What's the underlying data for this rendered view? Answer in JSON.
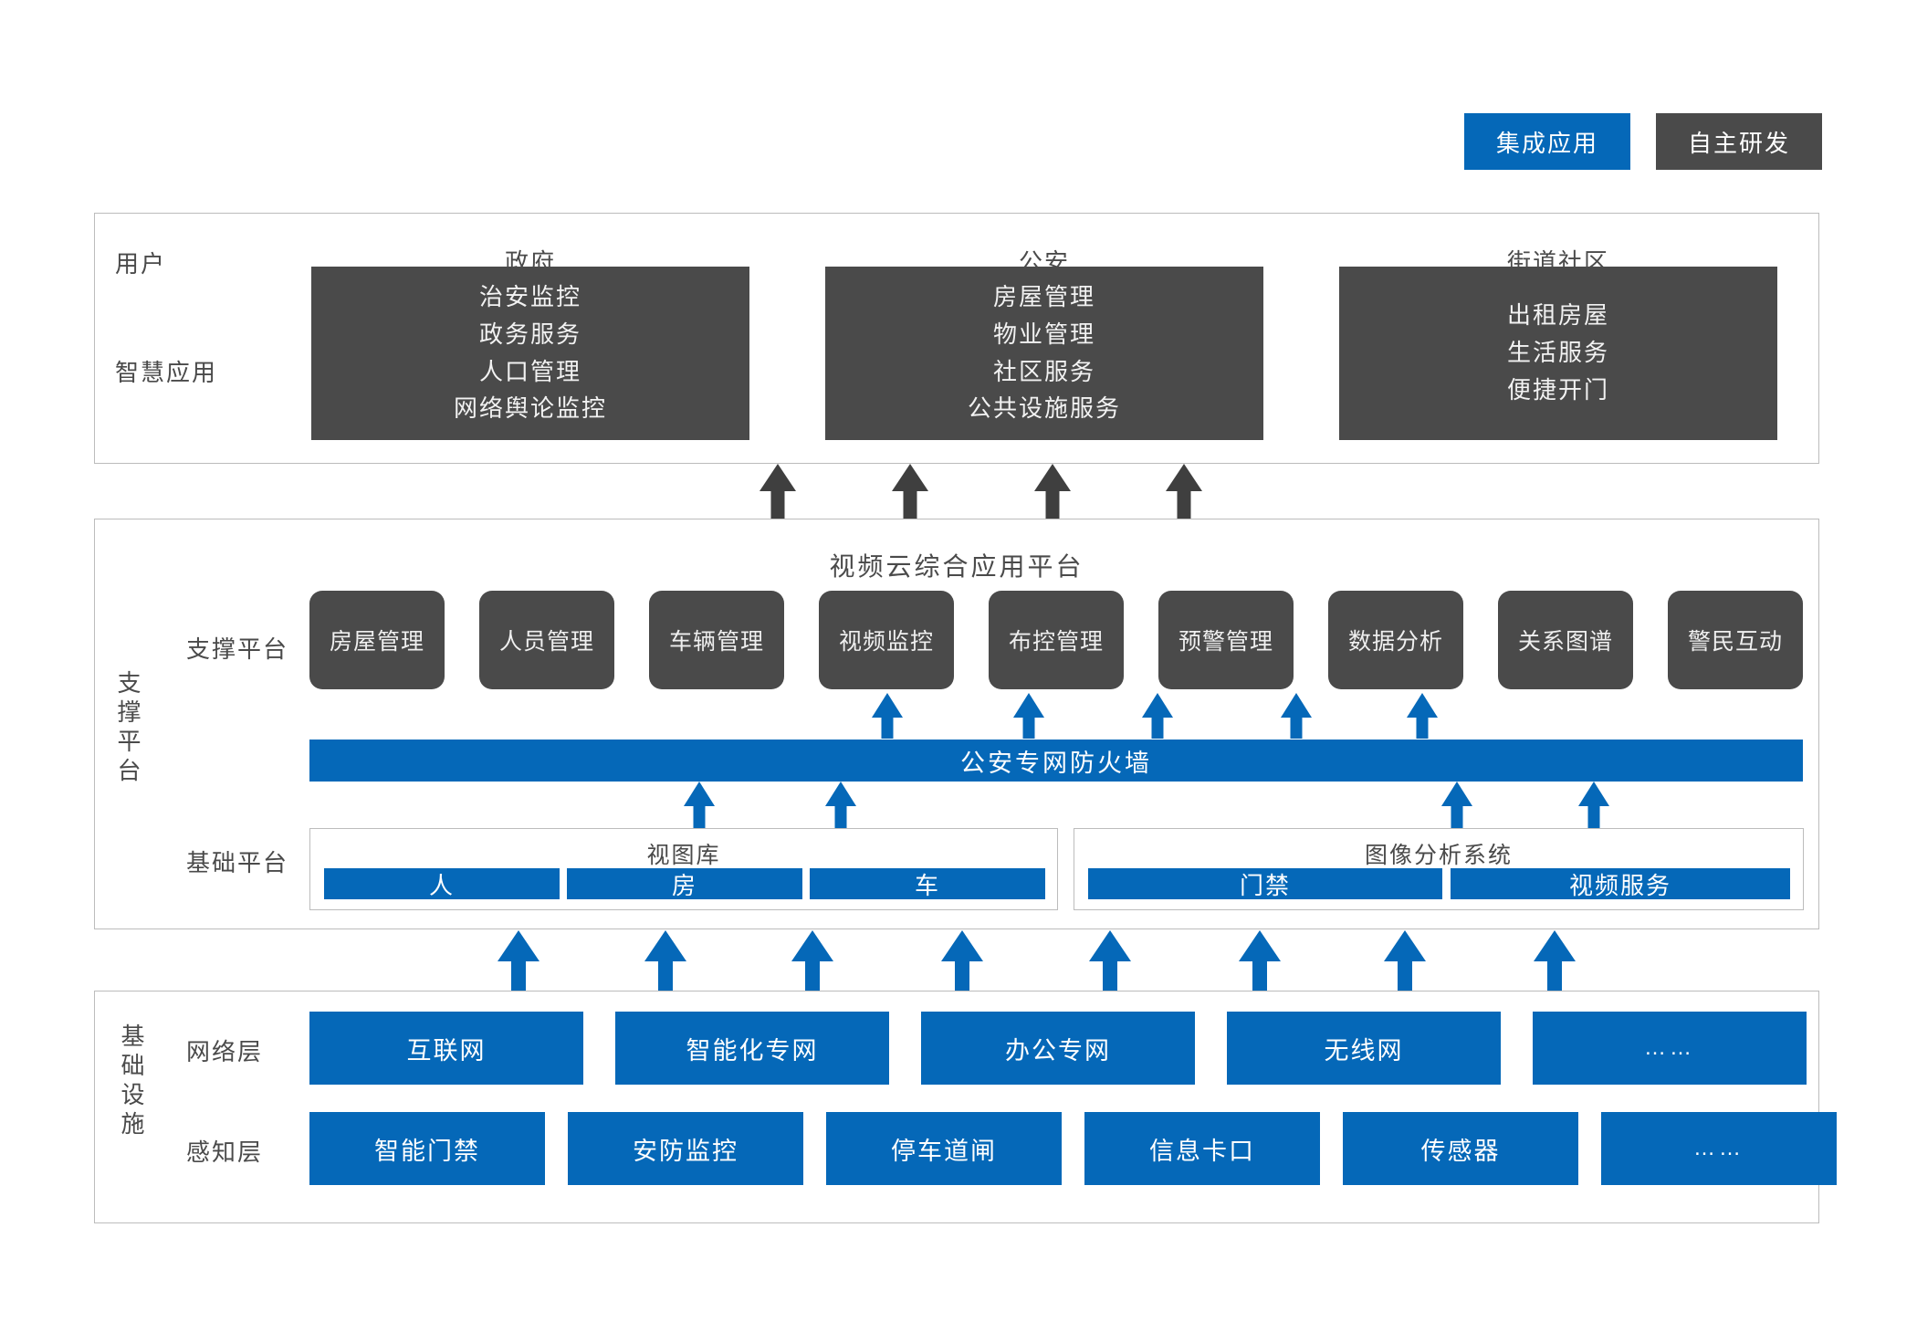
{
  "legend": {
    "items": [
      {
        "label": "集成应用",
        "color": "#0568b8",
        "name": "integrated-application"
      },
      {
        "label": "自主研发",
        "color": "#4a4a4a",
        "name": "self-developed"
      }
    ]
  },
  "application_layer": {
    "row_labels": {
      "users": "用户",
      "smart_apps": "智慧应用"
    },
    "columns": [
      {
        "title": "政府",
        "items": [
          "治安监控",
          "政务服务",
          "人口管理",
          "网络舆论监控"
        ]
      },
      {
        "title": "公安",
        "items": [
          "房屋管理",
          "物业管理",
          "社区服务",
          "公共设施服务"
        ]
      },
      {
        "title": "街道社区",
        "items": [
          "出租房屋",
          "生活服务",
          "便捷开门"
        ]
      }
    ]
  },
  "support_layer": {
    "side_label": "支撑平台",
    "platform_title": "视频云综合应用平台",
    "support_row_label": "支撑平台",
    "base_row_label": "基础平台",
    "tiles": [
      "房屋管理",
      "人员管理",
      "车辆管理",
      "视频监控",
      "布控管理",
      "预警管理",
      "数据分析",
      "关系图谱",
      "警民互动"
    ],
    "firewall": "公安专网防火墙",
    "base_groups": [
      {
        "title": "视图库",
        "cells": [
          "人",
          "房",
          "车"
        ]
      },
      {
        "title": "图像分析系统",
        "cells": [
          "门禁",
          "视频服务"
        ]
      }
    ]
  },
  "infrastructure_layer": {
    "side_label": "基础设施",
    "network_row_label": "网络层",
    "sensing_row_label": "感知层",
    "network_items": [
      "互联网",
      "智能化专网",
      "办公专网",
      "无线网",
      "……"
    ],
    "sensing_items": [
      "智能门禁",
      "安防监控",
      "停车道闸",
      "信息卡口",
      "传感器",
      "……"
    ]
  },
  "colors": {
    "blue": "#0568b8",
    "dark": "#4a4a4a",
    "border": "#bcbcbc"
  }
}
